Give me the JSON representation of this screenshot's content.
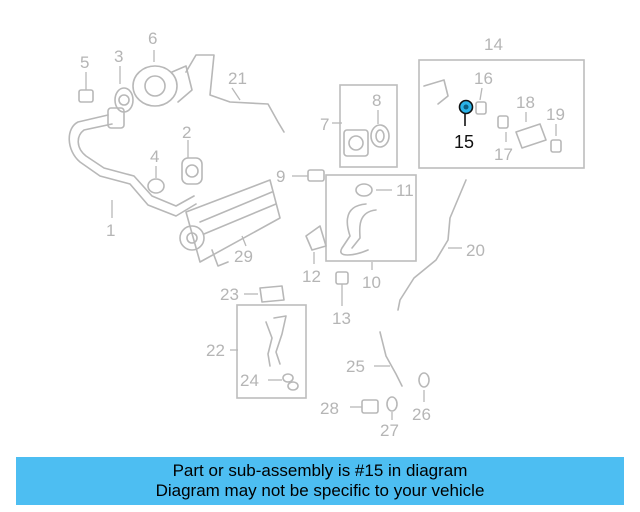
{
  "banner": {
    "line1": "Part or sub-assembly is #15 in diagram",
    "line2": "Diagram may not be specific to your vehicle",
    "background": "#4dbef2"
  },
  "highlight": {
    "part_number": "15",
    "color": "#2ab3e8"
  },
  "callouts": {
    "c1": "1",
    "c2": "2",
    "c3": "3",
    "c4": "4",
    "c5": "5",
    "c6": "6",
    "c7": "7",
    "c8": "8",
    "c9": "9",
    "c10": "10",
    "c11": "11",
    "c12": "12",
    "c13": "13",
    "c14": "14",
    "c15": "15",
    "c16": "16",
    "c17": "17",
    "c18": "18",
    "c19": "19",
    "c20": "20",
    "c21": "21",
    "c22": "22",
    "c23": "23",
    "c24": "24",
    "c25": "25",
    "c26": "26",
    "c27": "27",
    "c28": "28",
    "c29": "29"
  }
}
